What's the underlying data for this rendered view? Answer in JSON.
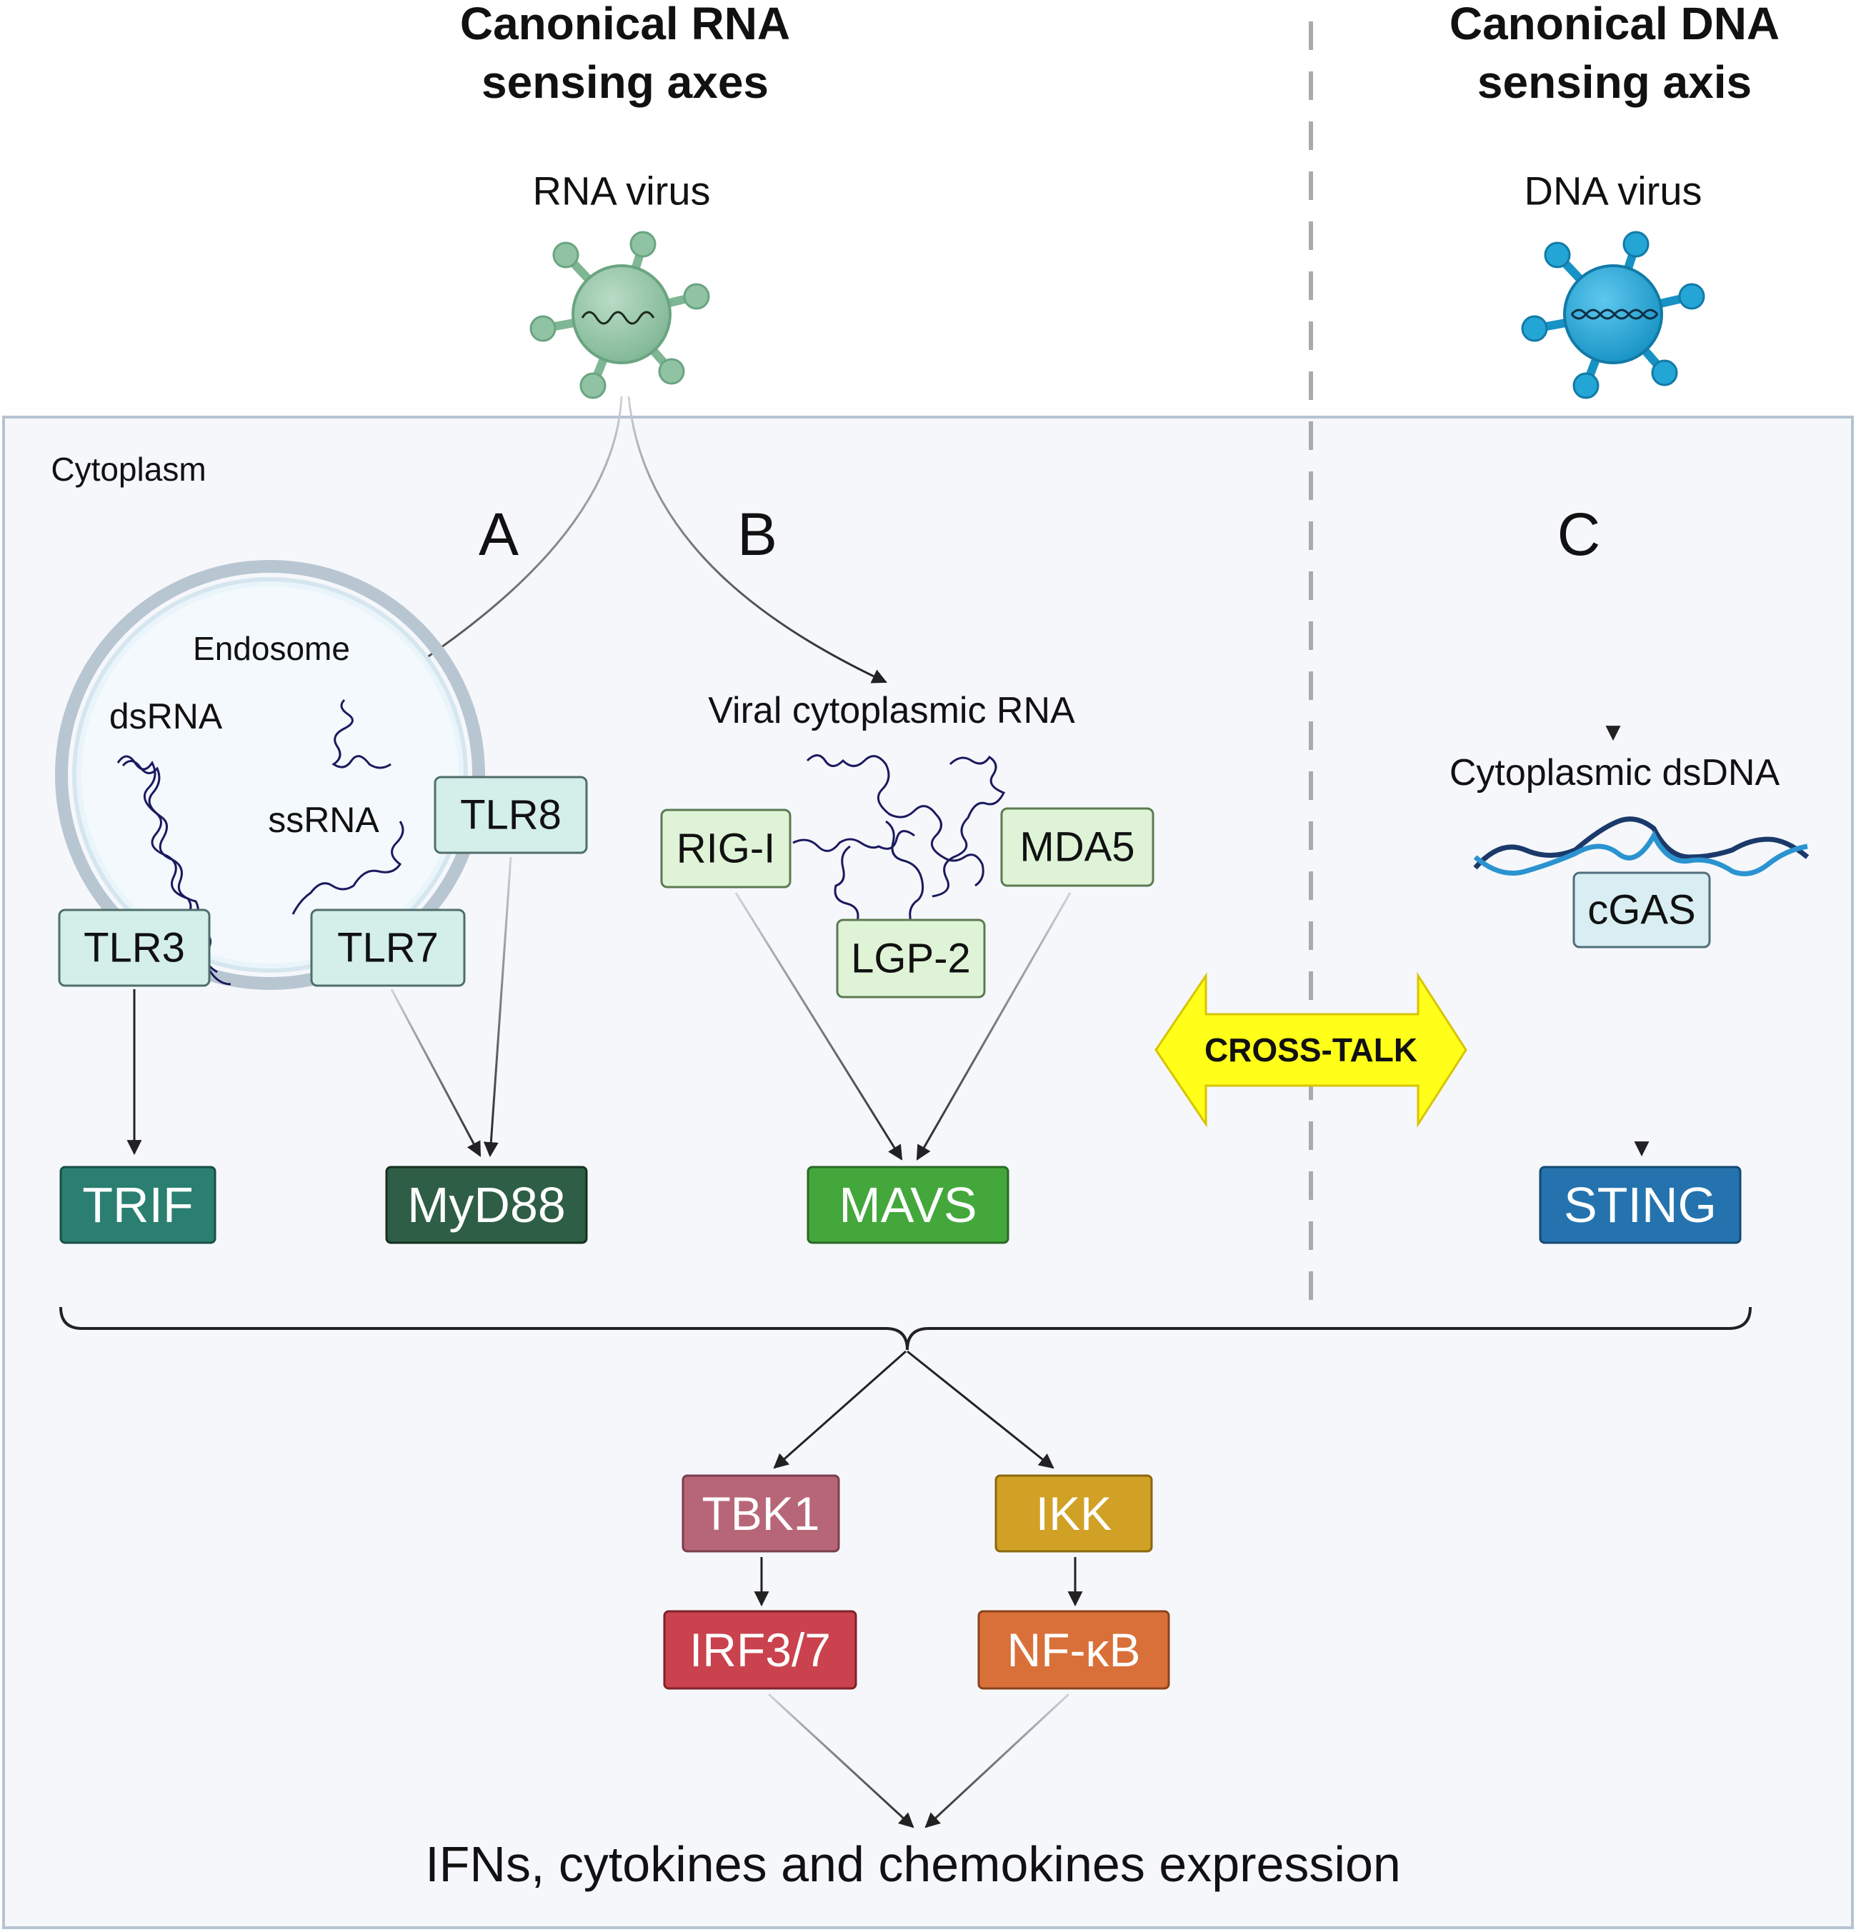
{
  "headers": {
    "rna_title_line1": "Canonical RNA",
    "rna_title_line2": "sensing axes",
    "dna_title_line1": "Canonical DNA",
    "dna_title_line2": "sensing axis"
  },
  "viruses": {
    "rna_label": "RNA virus",
    "dna_label": "DNA virus"
  },
  "compartments": {
    "cytoplasm": "Cytoplasm",
    "endosome": "Endosome"
  },
  "axes": {
    "a": "A",
    "b": "B",
    "c": "C"
  },
  "ligands": {
    "dsrna": "dsRNA",
    "ssrna": "ssRNA",
    "viral_rna": "Viral cytoplasmic RNA",
    "dsdna": "Cytoplasmic dsDNA"
  },
  "sensors": {
    "tlr3": "TLR3",
    "tlr7": "TLR7",
    "tlr8": "TLR8",
    "rigi": "RIG-I",
    "mda5": "MDA5",
    "lgp2": "LGP-2",
    "cgas": "cGAS"
  },
  "adaptors": {
    "trif": "TRIF",
    "myd88": "MyD88",
    "mavs": "MAVS",
    "sting": "STING"
  },
  "crosstalk": "CROSS-TALK",
  "kinases": {
    "tbk1": "TBK1",
    "ikk": "IKK"
  },
  "factors": {
    "irf": "IRF3/7",
    "nfkb": "NF-κB"
  },
  "output": "IFNs, cytokines and chemokines expression",
  "colors": {
    "cytoplasm_bg": "#f5f7fb",
    "cytoplasm_border": "#b6c3d2",
    "sensor_fill": "#d4eeea",
    "sensor_green_fill": "#dff3d6",
    "trif": "#2a7f71",
    "myd88": "#2e5e45",
    "mavs": "#44a73c",
    "sting": "#2473ae",
    "tbk1": "#b76678",
    "ikk": "#d1a126",
    "irf": "#c9424d",
    "nfkb": "#d9703a",
    "crosstalk": "#ffff1a",
    "rna_virus": "#8fc3a3",
    "dna_virus": "#23a5d6"
  }
}
